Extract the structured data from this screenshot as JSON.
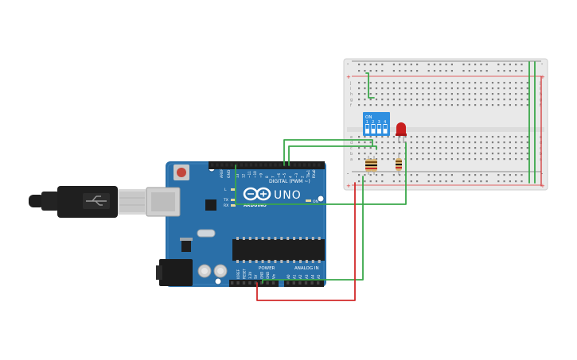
{
  "board": {
    "brand": "UNO",
    "maker": "ARDUINO",
    "digital_header": "DIGITAL (PWM ~)",
    "analog_header": "ANALOG IN",
    "power_header": "POWER",
    "on_label": "ON",
    "led_l": "L",
    "led_tx": "TX",
    "led_rx": "RX",
    "aref": "AREF",
    "gnd": "GND",
    "digital_pins": [
      "13",
      "12",
      "~11",
      "~10",
      "~9",
      "8",
      "7",
      "~6",
      "~5",
      "4",
      "~3",
      "2",
      "TX▸1",
      "RX◂0"
    ],
    "power_pins": [
      "IOREF",
      "RESET",
      "3.3V",
      "5V",
      "GND",
      "GND",
      "Vin"
    ],
    "analog_pins": [
      "A0",
      "A1",
      "A2",
      "A3",
      "A4",
      "A5"
    ]
  },
  "switch": {
    "on_label": "ON",
    "positions": [
      "1",
      "2",
      "3",
      "4"
    ]
  },
  "breadboard": {
    "row_letters_top": [
      "j",
      "i",
      "h",
      "g",
      "f"
    ],
    "row_letters_bottom": [
      "e",
      "d",
      "c",
      "b",
      "a"
    ],
    "plus": "+",
    "minus": "-"
  },
  "colors": {
    "board": "#2a6fa8",
    "wire_green": "#3aa84a",
    "wire_red": "#d22a2a",
    "led": "#c81e1e",
    "switch": "#2f8fe0"
  }
}
